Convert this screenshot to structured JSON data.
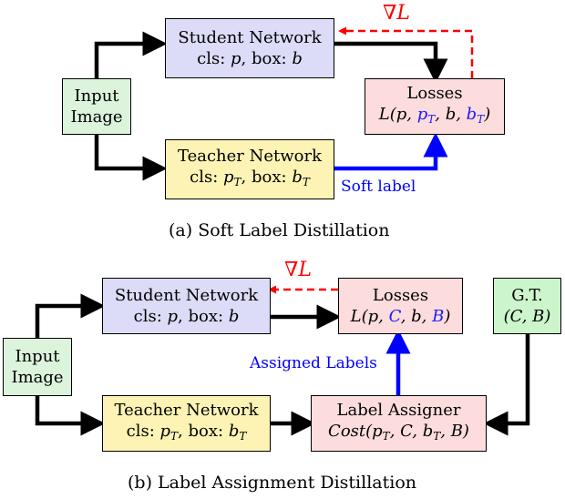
{
  "diagram_a": {
    "student": {
      "title": "Student Network",
      "cls_label": "cls:",
      "cls_var": "p",
      "box_label": ", box:",
      "box_var": "b"
    },
    "teacher": {
      "title": "Teacher Network",
      "cls_label": "cls:",
      "cls_var": "p",
      "cls_sub": "T",
      "box_label": ", box:",
      "box_var": "b",
      "box_sub": "T"
    },
    "input": {
      "line1": "Input",
      "line2": "Image"
    },
    "losses": {
      "title": "Losses",
      "formula_start": "L(p, ",
      "p_T": "p",
      "p_T_sub": "T",
      "mid": ", b, ",
      "b_T": "b",
      "b_T_sub": "T",
      "end": ")"
    },
    "soft_label": "Soft label",
    "grad": "∇L",
    "caption": "(a) Soft Label Distillation"
  },
  "diagram_b": {
    "student": {
      "title": "Student Network",
      "cls_label": "cls:",
      "cls_var": "p",
      "box_label": ", box:",
      "box_var": "b"
    },
    "teacher": {
      "title": "Teacher Network",
      "cls_label": "cls:",
      "cls_var": "p",
      "cls_sub": "T",
      "box_label": ", box:",
      "box_var": "b",
      "box_sub": "T"
    },
    "input": {
      "line1": "Input",
      "line2": "Image"
    },
    "losses": {
      "title": "Losses",
      "formula_start": "L(p, ",
      "c": "C",
      "mid": ", b, ",
      "bb": "B",
      "end": ")"
    },
    "gt": {
      "line1": "G.T.",
      "line2": "(C, B)"
    },
    "assigner": {
      "title": "Label Assigner",
      "formula_start": "Cost(p",
      "sub1": "T",
      "mid": ", C, b",
      "sub2": "T",
      "end": ", B)"
    },
    "assigned_labels": "Assigned Labels",
    "grad": "∇L",
    "caption": "(b) Label Assignment Distillation"
  }
}
